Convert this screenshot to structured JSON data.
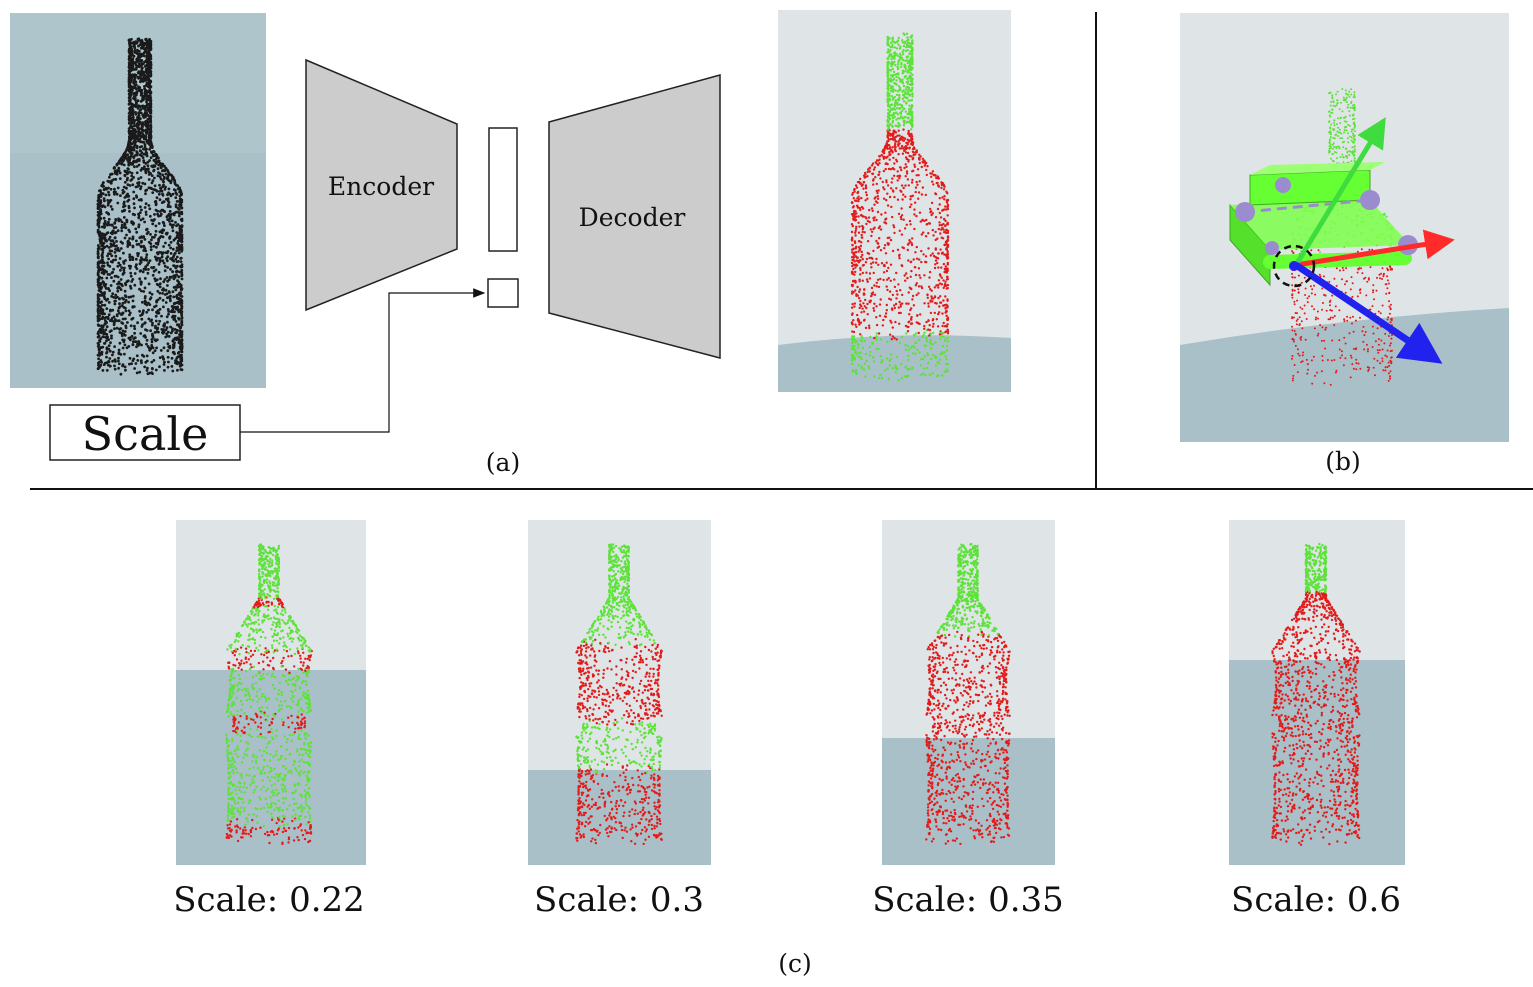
{
  "panel_a": {
    "encoder_label": "Encoder",
    "decoder_label": "Decoder",
    "scale_input_label": "Scale",
    "caption": "(a)"
  },
  "panel_b": {
    "caption": "(b)"
  },
  "panel_c": {
    "items": [
      {
        "label": "Scale: 0.22",
        "scale": 0.22
      },
      {
        "label": "Scale: 0.3",
        "scale": 0.3
      },
      {
        "label": "Scale: 0.35",
        "scale": 0.35
      },
      {
        "label": "Scale: 0.6",
        "scale": 0.6
      }
    ],
    "caption": "(c)"
  },
  "colors": {
    "point_green": "#5de23a",
    "point_red": "#e21b1b",
    "point_dark": "#1a1a1a",
    "backdrop_sky": "#dfe4e6",
    "backdrop_floor": "#a9c0c8",
    "block_gray": "#cccccc",
    "gripper_green": "#66ff33",
    "gripper_joint": "#9a8ccf",
    "axis_red": "#ff2a2a",
    "axis_green": "#3fdc3f",
    "axis_blue": "#2222ee"
  }
}
